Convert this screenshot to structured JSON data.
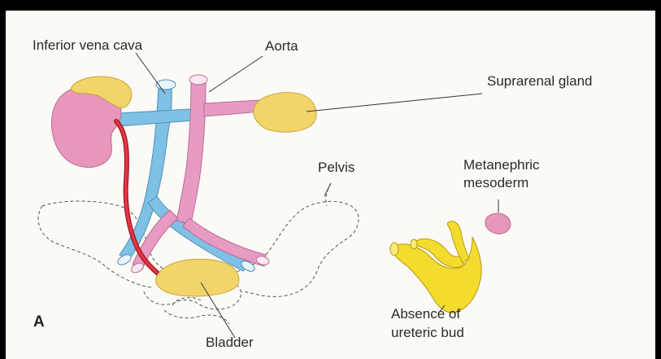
{
  "diagram": {
    "panel_letter": "A",
    "labels": {
      "ivc": "Inferior vena cava",
      "aorta": "Aorta",
      "suprarenal": "Suprarenal gland",
      "pelvis": "Pelvis",
      "metanephric_1": "Metanephric",
      "metanephric_2": "mesoderm",
      "bladder": "Bladder",
      "absence_1": "Absence of",
      "absence_2": "ureteric bud"
    },
    "colors": {
      "vein": "#7fc1e6",
      "artery": "#e79bc3",
      "kidney": "#e996bb",
      "gland": "#f2d56a",
      "ureter": "#d8202f",
      "bud": "#f3dc2d",
      "pelvis_outline": "#555555"
    }
  }
}
